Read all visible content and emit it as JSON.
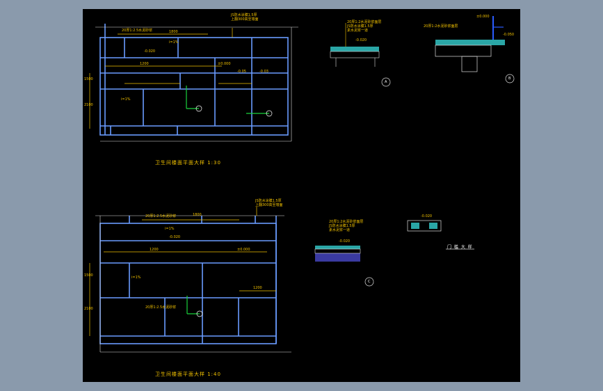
{
  "colors": {
    "background": "#8a9aac",
    "sheet": "#000000",
    "wall": "#6a9cff",
    "dim": "#f2c200",
    "green": "#19d23c",
    "note": "#ffffff"
  },
  "plan1": {
    "title": "卫生间楼面平面大样 1:30",
    "labels": {
      "top_note_1": "JS防水涂膜1.5厚",
      "top_note_2": "上翻300高至墙面",
      "floor_note": "20厚1:2.5水泥砂浆",
      "slope": "i=1%",
      "dim_left": "1200",
      "dim_mid": "1800",
      "elev_1": "-0.020",
      "elev_2": "±0.000",
      "level_1": "-0.05",
      "level_2": "-0.03",
      "axis_1": "1500",
      "axis_2": "2100"
    }
  },
  "plan2": {
    "title": "卫生间楼面平面大样 1:40",
    "labels": {
      "top_note_1": "JS防水涂膜1.5厚",
      "top_note_2": "上翻300高至墙面",
      "floor_note": "20厚1:2.5水泥砂浆",
      "slope": "i=1%",
      "dim_left": "1200",
      "dim_mid": "1800",
      "elev_1": "-0.020",
      "elev_2": "±0.000",
      "axis_1": "1500",
      "axis_2": "2100"
    }
  },
  "sectionA": {
    "note_1": "20厚1:2水泥砂浆面层",
    "note_2": "JS防水涂膜1.5厚",
    "note_3": "素水泥浆一道",
    "level": "-0.020",
    "tag": "A"
  },
  "sectionB": {
    "note_1": "20厚1:2水泥砂浆面层",
    "level": "-0.050",
    "elev": "±0.000",
    "tag": "B"
  },
  "sectionC": {
    "note_1": "20厚1:2水泥砂浆面层",
    "note_2": "JS防水涂膜1.5厚",
    "note_3": "素水泥浆一道",
    "level": "-0.020",
    "tag": "C"
  },
  "detailD": {
    "level": "-0.020",
    "caption": "门 槛 大 样"
  }
}
